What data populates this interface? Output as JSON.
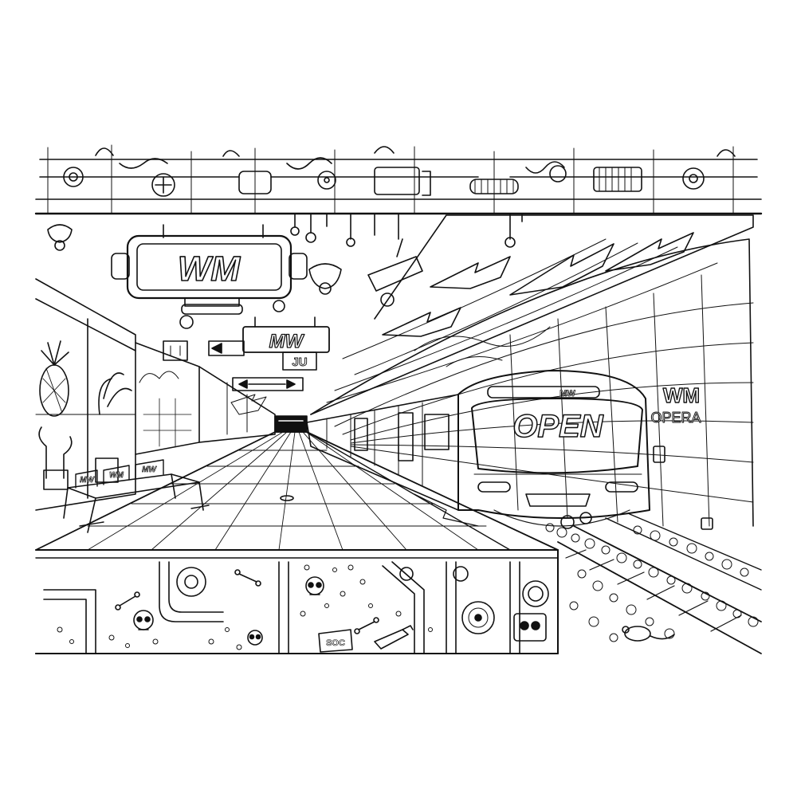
{
  "artwork": {
    "style": "black-and-white line-art coloring page",
    "subject": "underground metro station platform with arriving train",
    "line_color": "#111111",
    "paper_color": "#ffffff"
  },
  "signs": {
    "main_ceiling_sign": "WM",
    "hanging_sign_center": "MW",
    "small_sign_near_tunnel": "JU",
    "train_header": "MW",
    "tunnel_wall_logo": "WM",
    "tunnel_wall_station": "OPERA",
    "train_destination_display": "OPEN",
    "bench_seat_backs": [
      "MW",
      "WM",
      "MW"
    ],
    "tin_can_label": "SOC"
  },
  "icons": [
    "pipe-machinery-icon",
    "security-camera-icon",
    "arrow-icon",
    "skull-icon",
    "bone-icon",
    "vinyl-record-icon",
    "mouse-icon",
    "bottle-icon",
    "pineapple-plant-icon"
  ]
}
